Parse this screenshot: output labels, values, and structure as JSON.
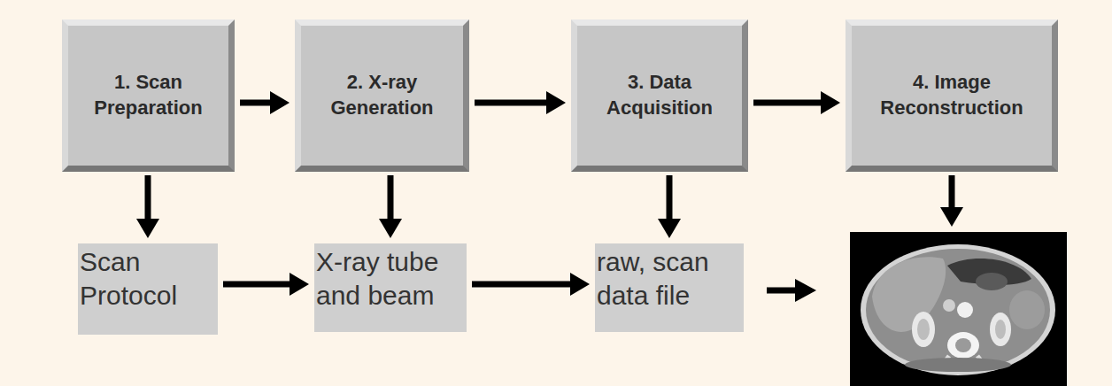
{
  "diagram": {
    "nodes": [
      {
        "text": [
          "1. Scan Preparation"
        ]
      },
      {
        "text": [
          "2. X-ray Generation"
        ]
      },
      {
        "text": [
          "3. Data Acquisition"
        ]
      },
      {
        "text": [
          "4. Image Reconstruction"
        ]
      },
      {
        "text": [
          "Scan Protocol"
        ]
      },
      {
        "text": [
          "X-ray tube and beam"
        ]
      },
      {
        "text": [
          "raw, scan data file"
        ]
      }
    ],
    "edges": [
      {
        "from": 0,
        "to": 1,
        "arrow": "to"
      },
      {
        "from": 1,
        "to": 2,
        "arrow": "to"
      },
      {
        "from": 2,
        "to": 3,
        "arrow": "to"
      },
      {
        "from": 0,
        "to": 4,
        "arrow": "to"
      },
      {
        "from": 1,
        "to": 5,
        "arrow": "to"
      },
      {
        "from": 2,
        "to": 6,
        "arrow": "to"
      },
      {
        "from": 4,
        "to": 5,
        "arrow": "to"
      },
      {
        "from": 5,
        "to": 6,
        "arrow": "to"
      }
    ]
  }
}
